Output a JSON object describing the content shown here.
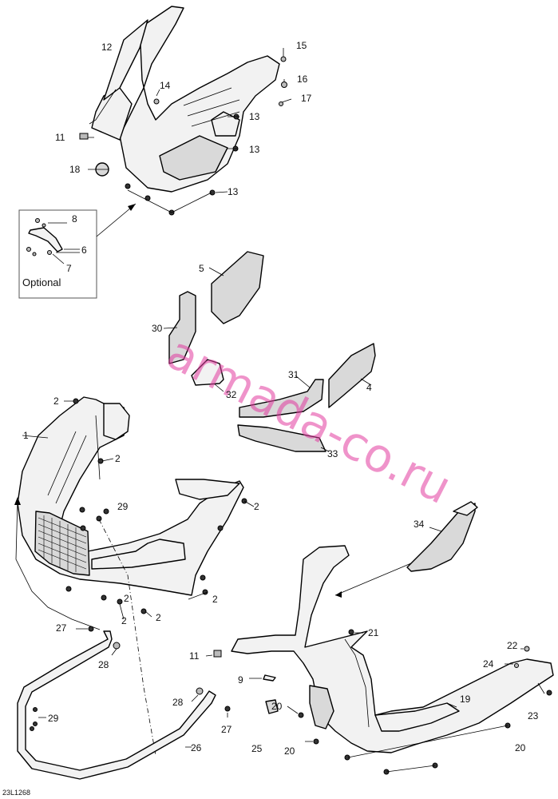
{
  "diagram_code": "23L1268",
  "watermark": "armada-co.ru",
  "optional_label": "Optional",
  "callouts": {
    "c1": "1",
    "c2a": "2",
    "c2b": "2",
    "c2c": "2",
    "c2d": "2",
    "c2e": "2",
    "c2f": "2",
    "c4": "4",
    "c5": "5",
    "c6": "6",
    "c7": "7",
    "c8": "8",
    "c9": "9",
    "c11a": "11",
    "c11b": "11",
    "c12": "12",
    "c13a": "13",
    "c13b": "13",
    "c13c": "13",
    "c14": "14",
    "c15": "15",
    "c16": "16",
    "c17": "17",
    "c18": "18",
    "c19": "19",
    "c20a": "20",
    "c20b": "20",
    "c20c": "20",
    "c21": "21",
    "c22": "22",
    "c23": "23",
    "c24": "24",
    "c25": "25",
    "c26": "26",
    "c27a": "27",
    "c27b": "27",
    "c28a": "28",
    "c28b": "28",
    "c29a": "29",
    "c29b": "29",
    "c30": "30",
    "c31": "31",
    "c32": "32",
    "c33": "33",
    "c34": "34"
  },
  "colors": {
    "watermark": "#e23b9f",
    "line": "#000000"
  }
}
